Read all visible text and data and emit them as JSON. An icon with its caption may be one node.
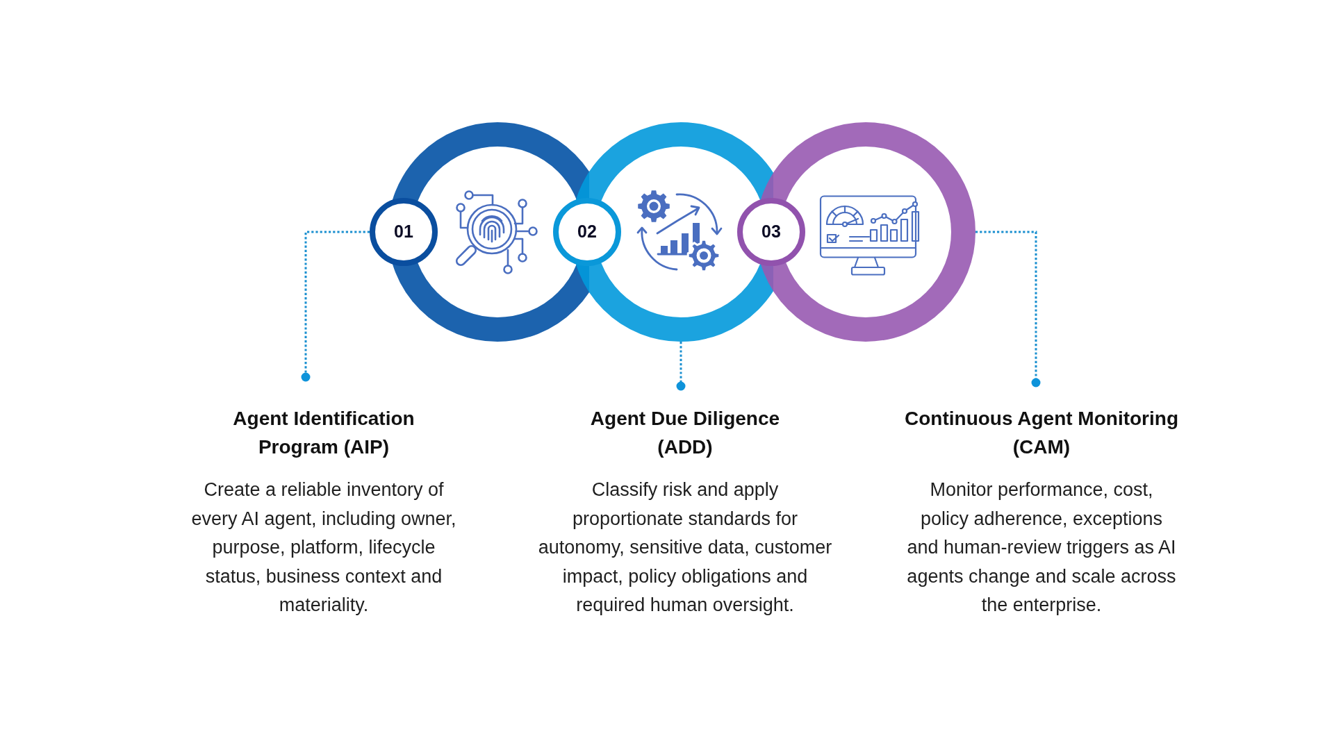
{
  "diagram": {
    "nodes": [
      {
        "text": [],
        "shape": "circle"
      },
      {
        "text": [
          "01"
        ]
      },
      {
        "text": [],
        "shape": "circle"
      },
      {
        "text": [
          "02"
        ]
      },
      {
        "text": [],
        "shape": "circle"
      },
      {
        "text": [
          "03"
        ]
      },
      {
        "text": [
          "Agent Identification Program (AIP)",
          "Create a reliable inventory of every AI agent, including owner, purpose, platform, lifecycle status, business context and materiality."
        ]
      },
      {
        "text": [
          "Agent Due Diligence (ADD)",
          "Classify risk and apply proportionate standards for autonomy, sensitive data, customer impact, policy obligations and required human oversight."
        ]
      },
      {
        "text": [
          "Continuous Agent Monitoring (CAM)",
          "Monitor performance, cost, policy adherence, exceptions and human-review triggers as AI agents change and scale across the enterprise."
        ]
      }
    ],
    "edges": [
      {
        "from": 1,
        "to": 6,
        "arrow": "other"
      },
      {
        "from": 2,
        "to": 7,
        "arrow": "other"
      },
      {
        "from": 4,
        "to": 8,
        "arrow": "other"
      }
    ]
  }
}
